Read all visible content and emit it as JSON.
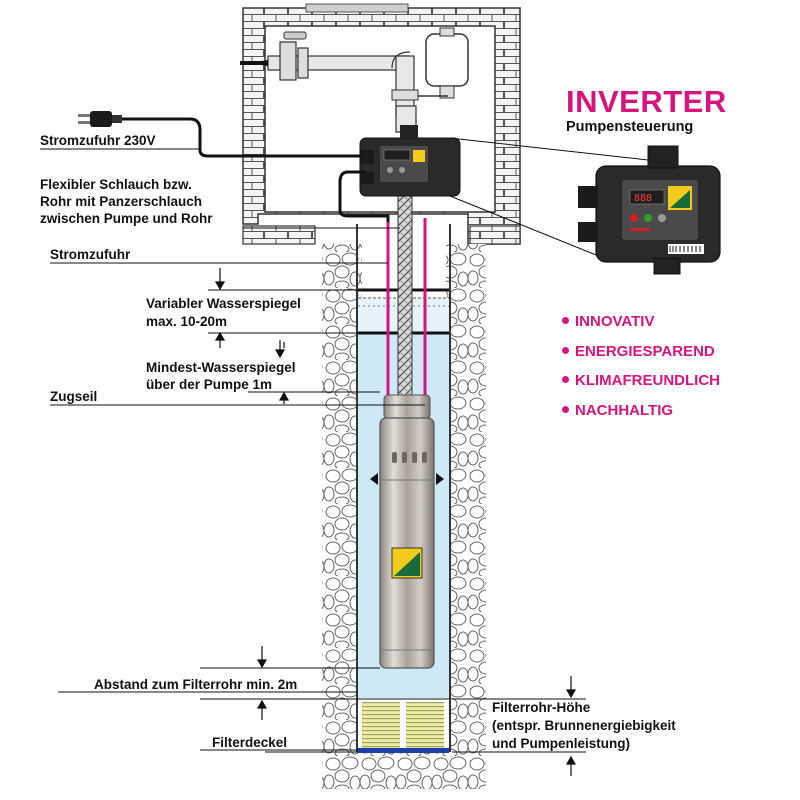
{
  "header": {
    "title": "INVERTER",
    "subtitle": "Pumpensteuerung"
  },
  "features": [
    "INNOVATIV",
    "ENERGIESPAREND",
    "KLIMAFREUNDLICH",
    "NACHHALTIG"
  ],
  "labels": {
    "power_supply_230v": "Stromzufuhr 230V",
    "hose_line1": "Flexibler Schlauch bzw.",
    "hose_line2": "Rohr mit Panzerschlauch",
    "hose_line3": "zwischen Pumpe und Rohr",
    "power_supply": "Stromzufuhr",
    "variable_water_level_line1": "Variabler Wasserspiegel",
    "variable_water_level_line2": "max. 10-20m",
    "min_water_level_line1": "Mindest-Wasserspiegel",
    "min_water_level_line2": "über der Pumpe 1m",
    "pull_rope": "Zugseil",
    "filter_distance": "Abstand zum Filterrohr min. 2m",
    "filter_cap": "Filterdeckel",
    "filter_height_line1": "Filterrohr-Höhe",
    "filter_height_line2": "(entspr. Brunnenergiebigkeit",
    "filter_height_line3": "und Pumpenleistung)"
  },
  "colors": {
    "accent": "#d6147f",
    "water": "#cfe8f5",
    "wall": "#f2f2f2",
    "pump_steel": "#b9b3ad",
    "filter_yellow": "#f3e8a0",
    "filter_cap": "#1f3fa8"
  }
}
